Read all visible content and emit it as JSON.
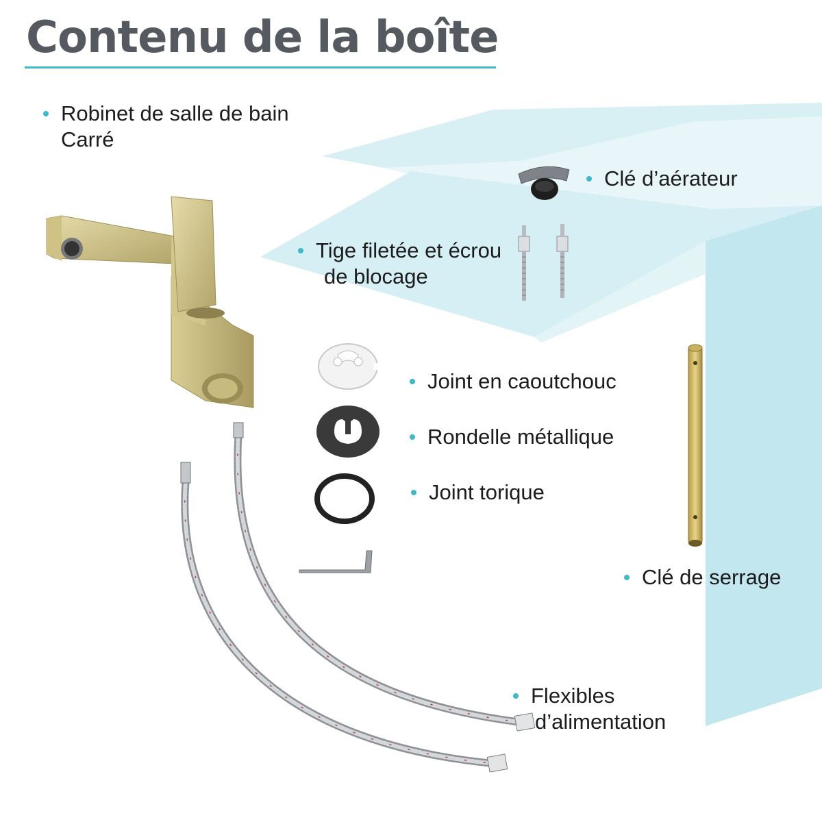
{
  "title": "Contenu de la boîte",
  "colors": {
    "title": "#555a60",
    "accent": "#3fb8c8",
    "box_light": "#d8f0f4",
    "box_mid": "#bfe6ee",
    "gold": "#c9bd82",
    "steel": "#b8bcc0",
    "rubber": "#2a2a2a",
    "text": "#1c1c1c"
  },
  "items": [
    {
      "line1": "Robinet de salle de bain",
      "line2": "Carré",
      "icon": "faucet-icon"
    },
    {
      "line1": "Clé d’aérateur",
      "icon": "aerator-key-icon"
    },
    {
      "line1": "Tige filetée et écrou",
      "line2": "de blocage",
      "icon": "threaded-rod-icon"
    },
    {
      "line1": "Joint en caoutchouc",
      "icon": "rubber-gasket-icon"
    },
    {
      "line1": "Rondelle métallique",
      "icon": "metal-washer-icon"
    },
    {
      "line1": "Joint torique",
      "icon": "o-ring-icon"
    },
    {
      "line1": "Clé de serrage",
      "icon": "tube-wrench-icon"
    },
    {
      "line1": "Flexibles",
      "line2": "d’alimentation",
      "icon": "supply-hoses-icon"
    }
  ]
}
